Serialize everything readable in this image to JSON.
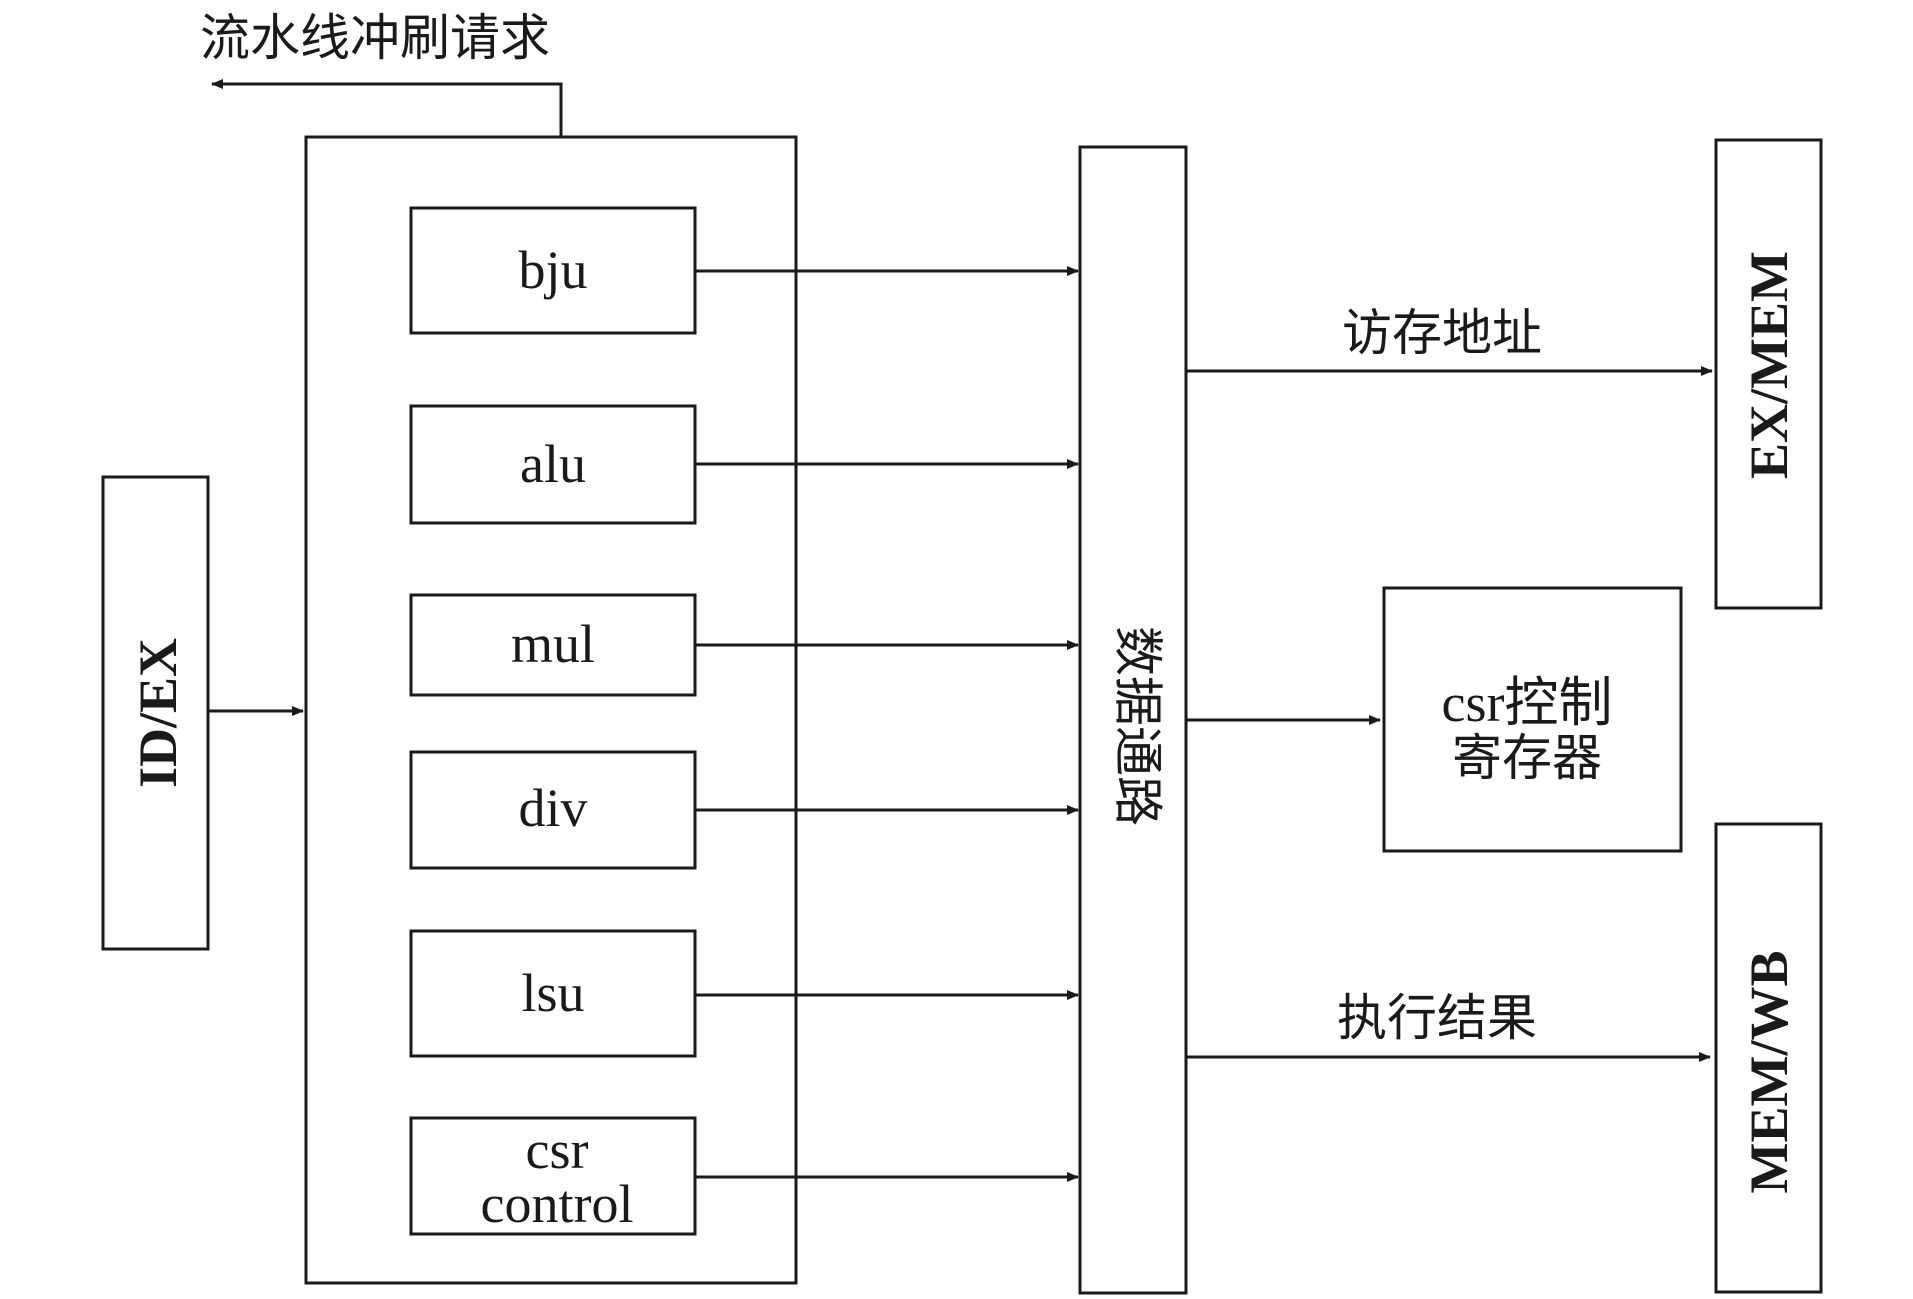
{
  "diagram": {
    "pipeline_flush_request": "流水线冲刷请求",
    "id_ex": "ID/EX",
    "ex_mem": "EX/MEM",
    "mem_wb": "MEM/WB",
    "datapath": "数据通路",
    "memory_access_address": "访存地址",
    "execution_result": "执行结果",
    "csr_register_line1": "csr控制",
    "csr_register_line2": "寄存器",
    "units": {
      "bju": "bju",
      "alu": "alu",
      "mul": "mul",
      "div": "div",
      "lsu": "lsu",
      "csr_control_line1": "csr",
      "csr_control_line2": "control"
    }
  }
}
